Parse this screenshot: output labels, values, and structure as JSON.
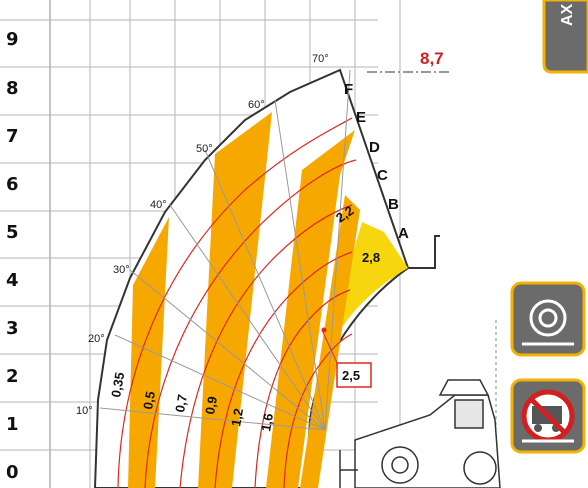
{
  "y_axis": {
    "ticks": [
      "9",
      "8",
      "7",
      "6",
      "5",
      "4",
      "3",
      "2",
      "1",
      "0"
    ]
  },
  "boom_angles": [
    "70°",
    "60°",
    "50°",
    "40°",
    "30°",
    "20°",
    "10°"
  ],
  "zones": [
    "F",
    "E",
    "D",
    "C",
    "B",
    "A"
  ],
  "load_labels": [
    "0,35",
    "0,5",
    "0,7",
    "0,9",
    "1,2",
    "1,6",
    "2,2",
    "2,8"
  ],
  "callout_load": "2,5",
  "max_height": "8,7",
  "side_tab": {
    "text": "AX"
  },
  "colors": {
    "orange": "#F7A800",
    "yellow": "#F6D60E",
    "grid": "#b5b5b5",
    "curve": "#e0281e",
    "icon_bg": "#6b6b6b",
    "icon_border": "#f2b200"
  },
  "icons": [
    "stabilizer-icon",
    "no-outriggers-icon"
  ]
}
